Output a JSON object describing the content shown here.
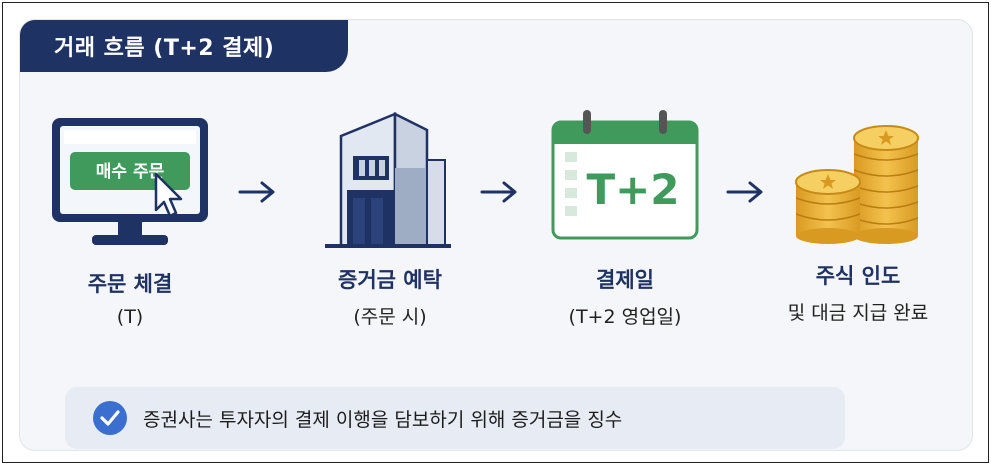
{
  "title": "거래 흐름 (T+2 결제)",
  "steps": [
    {
      "name": "주문 체결",
      "sub": "(T)",
      "icon": "computer-monitor-icon",
      "screen_text": "매수 주문"
    },
    {
      "name": "증거금 예탁",
      "sub": "(주문 시)",
      "icon": "bank-building-icon"
    },
    {
      "name": "결제일",
      "sub": "(T+2 영업일)",
      "icon": "calendar-icon",
      "calendar_text": "T+2"
    },
    {
      "name": "주식 인도",
      "sub": "및 대금 지급 완료",
      "icon": "coin-stacks-icon"
    }
  ],
  "note": "증권사는 투자자의 결제 이행을 담보하기 위해 증거금을 징수",
  "colors": {
    "navy": "#1f3264",
    "green": "#3f9a5c",
    "gold": "#e3a72f",
    "check_blue": "#3a6fcf",
    "note_bg": "#e6ebf4"
  }
}
